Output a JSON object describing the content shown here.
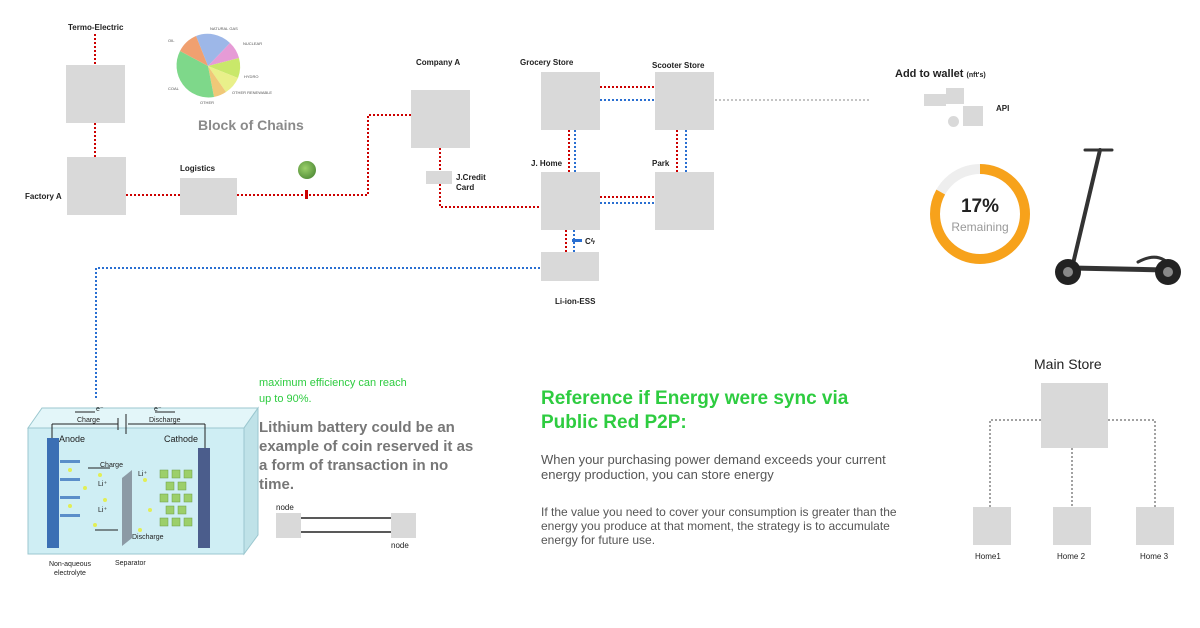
{
  "nodes": {
    "termo_electric": "Termo-Electric",
    "factory_a": "Factory A",
    "logistics": "Logistics",
    "company_a": "Company A",
    "j_credit_card": "J.Credit Card",
    "grocery_store": "Grocery Store",
    "scooter_store": "Scooter Store",
    "j_home": "J. Home",
    "park": "Park",
    "li_ion_ess": "Li-ion-ESS",
    "c_label": "Cϟ"
  },
  "block_of_chains": {
    "title": "Block of Chains",
    "pie_labels": [
      "NATURAL GAS",
      "NUCLEAR",
      "HYDRO",
      "OTHER RENEWABLE",
      "OTHER",
      "COAL",
      "OIL"
    ]
  },
  "wallet": {
    "title": "Add to wallet",
    "suffix": "(nft's)",
    "api_label": "API"
  },
  "gauge": {
    "percent_text": "17%",
    "caption": "Remaining",
    "fraction": 0.17,
    "track_color": "#eeeeee",
    "fill_color": "#f7a21b"
  },
  "main_store": {
    "title": "Main Store",
    "homes": [
      "Home1",
      "Home 2",
      "Home 3"
    ]
  },
  "battery": {
    "efficiency_note": "maximum efficiency can reach up to 90%.",
    "description": "Lithium battery could be an example of coin reserved it as a form of transaction in no time.",
    "node_top": "node",
    "node_bottom": "node",
    "diagram": {
      "e_left": "e⁻",
      "e_right": "e⁻",
      "charge_top": "Charge",
      "discharge_top": "Discharge",
      "anode": "Anode",
      "cathode": "Cathode",
      "charge_inner": "Charge",
      "discharge_inner": "Discharge",
      "li_plus_1": "Li⁺",
      "li_plus_2": "Li⁺",
      "li_plus_3": "Li⁺",
      "electrolyte": "Non-aqueous electrolyte",
      "separator": "Separator"
    }
  },
  "reference": {
    "title": "Reference if Energy were sync via Public Red P2P:",
    "para1": "When your purchasing power demand exceeds your current energy production, you can store energy",
    "para2": "If the value you need to cover your consumption is greater than the energy you produce at that moment, the strategy is to accumulate energy for future use."
  },
  "colors": {
    "accent_green": "#2ecc40",
    "red_line": "#cc0000",
    "blue_line": "#2a6fd1",
    "box_grey": "#d9d9d9"
  }
}
